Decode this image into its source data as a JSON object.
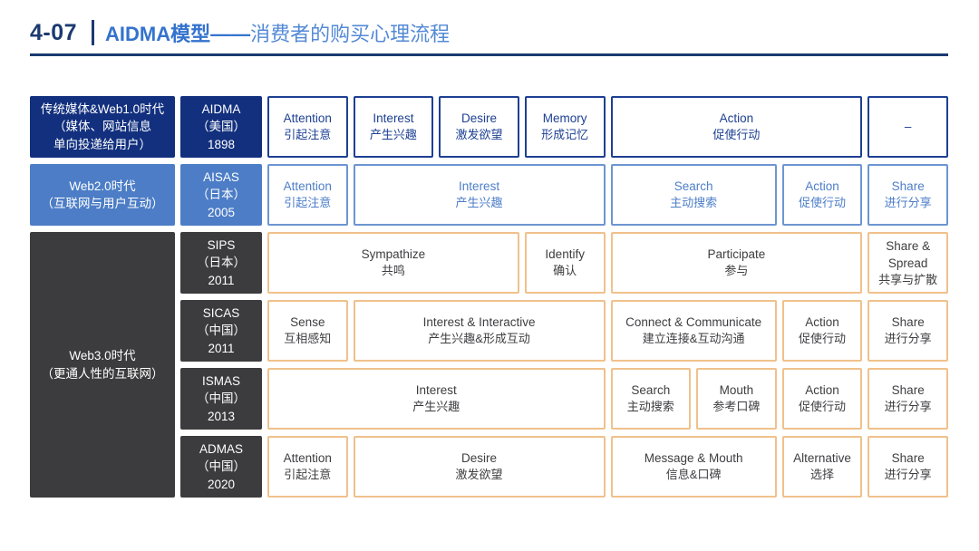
{
  "header": {
    "number": "4-07",
    "title_bold": "AIDMA模型——",
    "title_rest": "消费者的购买心理流程"
  },
  "colors": {
    "navy": "#12307e",
    "blue": "#4c7dc6",
    "dark_gray": "#3c3c3e",
    "orange_border": "#f0c18c",
    "navy_border": "#1e4093",
    "blue_border": "#6d95d2",
    "title_navy": "#1b3a70",
    "title_blue": "#3473cd",
    "title_light_blue": "#5389d6"
  },
  "eras": [
    {
      "lines": [
        "传统媒体&Web1.0时代",
        "（媒体、网站信息",
        "单向投递给用户）"
      ]
    },
    {
      "lines": [
        "Web2.0时代",
        "（互联网与用户互动）"
      ]
    },
    {
      "lines": [
        "Web3.0时代",
        "（更通人性的互联网）"
      ]
    }
  ],
  "rows": [
    {
      "model": {
        "name": "AIDMA",
        "origin": "（美国）",
        "year": "1898"
      },
      "cells": [
        {
          "en": "Attention",
          "zh": "引起注意"
        },
        {
          "en": "Interest",
          "zh": "产生兴趣"
        },
        {
          "en": "Desire",
          "zh": "激发欲望"
        },
        {
          "en": "Memory",
          "zh": "形成记忆"
        },
        {
          "en": "Action",
          "zh": "促使行动"
        },
        {
          "en": "–",
          "zh": ""
        }
      ]
    },
    {
      "model": {
        "name": "AISAS",
        "origin": "（日本）",
        "year": "2005"
      },
      "cells": [
        {
          "en": "Attention",
          "zh": "引起注意"
        },
        {
          "en": "Interest",
          "zh": "产生兴趣"
        },
        {
          "en": "Search",
          "zh": "主动搜索"
        },
        {
          "en": "Action",
          "zh": "促使行动"
        },
        {
          "en": "Share",
          "zh": "进行分享"
        }
      ]
    },
    {
      "model": {
        "name": "SIPS",
        "origin": "（日本）",
        "year": "2011"
      },
      "cells": [
        {
          "en": "Sympathize",
          "zh": "共鸣"
        },
        {
          "en": "Identify",
          "zh": "确认"
        },
        {
          "en": "Participate",
          "zh": "参与"
        },
        {
          "en": "Share & Spread",
          "zh": "共享与扩散"
        }
      ]
    },
    {
      "model": {
        "name": "SICAS",
        "origin": "（中国）",
        "year": "2011"
      },
      "cells": [
        {
          "en": "Sense",
          "zh": "互相感知"
        },
        {
          "en": "Interest & Interactive",
          "zh": "产生兴趣&形成互动"
        },
        {
          "en": "Connect & Communicate",
          "zh": "建立连接&互动沟通"
        },
        {
          "en": "Action",
          "zh": "促使行动"
        },
        {
          "en": "Share",
          "zh": "进行分享"
        }
      ]
    },
    {
      "model": {
        "name": "ISMAS",
        "origin": "（中国）",
        "year": "2013"
      },
      "cells": [
        {
          "en": "Interest",
          "zh": "产生兴趣"
        },
        {
          "en": "Search",
          "zh": "主动搜索"
        },
        {
          "en": "Mouth",
          "zh": "参考口碑"
        },
        {
          "en": "Action",
          "zh": "促使行动"
        },
        {
          "en": "Share",
          "zh": "进行分享"
        }
      ]
    },
    {
      "model": {
        "name": "ADMAS",
        "origin": "（中国）",
        "year": "2020"
      },
      "cells": [
        {
          "en": "Attention",
          "zh": "引起注意"
        },
        {
          "en": "Desire",
          "zh": "激发欲望"
        },
        {
          "en": "Message & Mouth",
          "zh": "信息&口碑"
        },
        {
          "en": "Alternative",
          "zh": "选择"
        },
        {
          "en": "Share",
          "zh": "进行分享"
        }
      ]
    }
  ]
}
